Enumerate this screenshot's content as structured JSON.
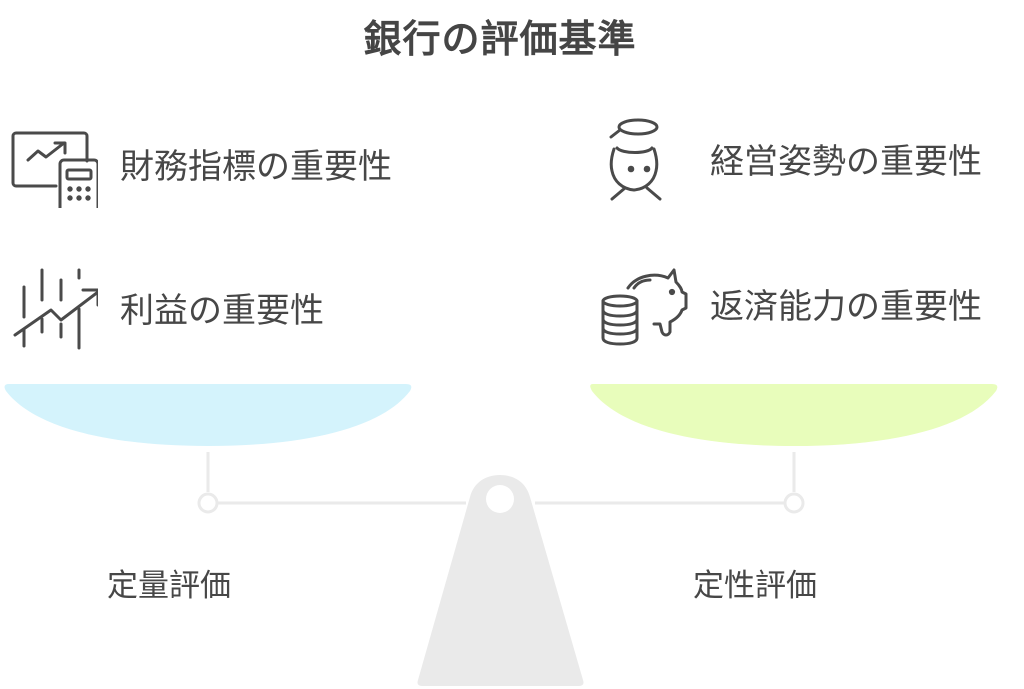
{
  "title": "銀行の評価基準",
  "left": {
    "category": "定量評価",
    "bowl_color": "#D4F3FC",
    "items": [
      {
        "label": "財務指標の重要性",
        "icon": "chart-calculator-icon"
      },
      {
        "label": "利益の重要性",
        "icon": "growth-chart-icon"
      }
    ]
  },
  "right": {
    "category": "定性評価",
    "bowl_color": "#E8FDBB",
    "items": [
      {
        "label": "経営姿勢の重要性",
        "icon": "person-thinking-icon"
      },
      {
        "label": "返済能力の重要性",
        "icon": "piggy-bank-coins-icon"
      }
    ]
  },
  "colors": {
    "text": "#474747",
    "title": "#454545",
    "scale_gray": "#EAEAEA",
    "icon_stroke": "#4A4A4A"
  }
}
